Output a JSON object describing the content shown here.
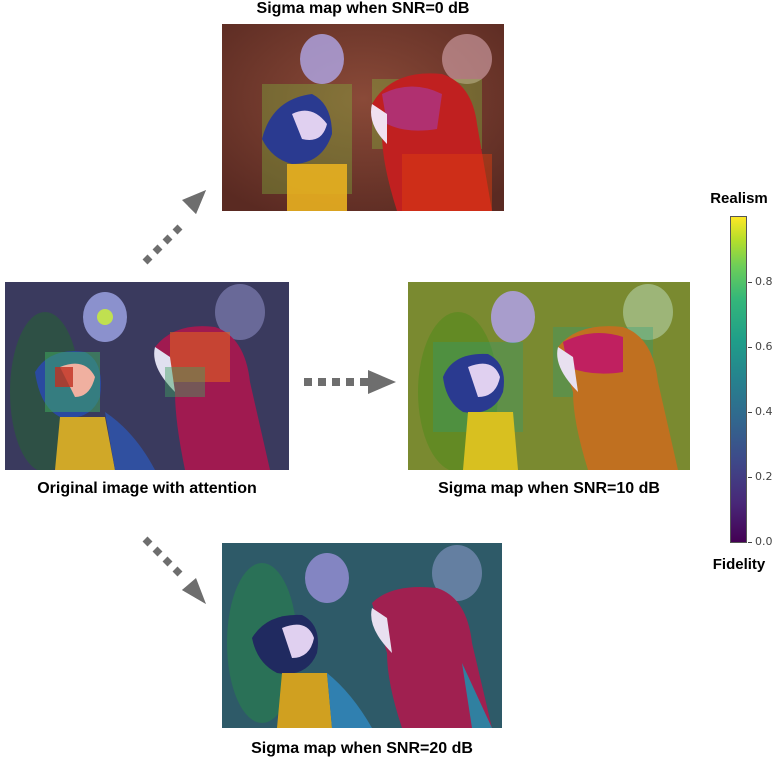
{
  "panels": {
    "top": {
      "caption": "Sigma map when SNR=0 dB",
      "tint": "#7a3a2a"
    },
    "left": {
      "caption": "Original image with attention",
      "tint": "#3a3a6a"
    },
    "right": {
      "caption": "Sigma map when SNR=10 dB",
      "tint": "#7a8a2a"
    },
    "bottom": {
      "caption": "Sigma map when SNR=20 dB",
      "tint": "#2a5a6a"
    }
  },
  "arrows": [
    {
      "name": "arrow-to-top",
      "direction": "up-right"
    },
    {
      "name": "arrow-to-right",
      "direction": "right"
    },
    {
      "name": "arrow-to-bottom",
      "direction": "down-right"
    }
  ],
  "colorbar": {
    "top_label": "Realism",
    "bottom_label": "Fidelity",
    "colormap": "viridis",
    "range": [
      0.0,
      1.0
    ],
    "ticks": [
      "0.0",
      "0.2",
      "0.4",
      "0.6",
      "0.8"
    ],
    "colors": [
      "#440154",
      "#3b528b",
      "#21918c",
      "#5ec962",
      "#fde725"
    ]
  }
}
